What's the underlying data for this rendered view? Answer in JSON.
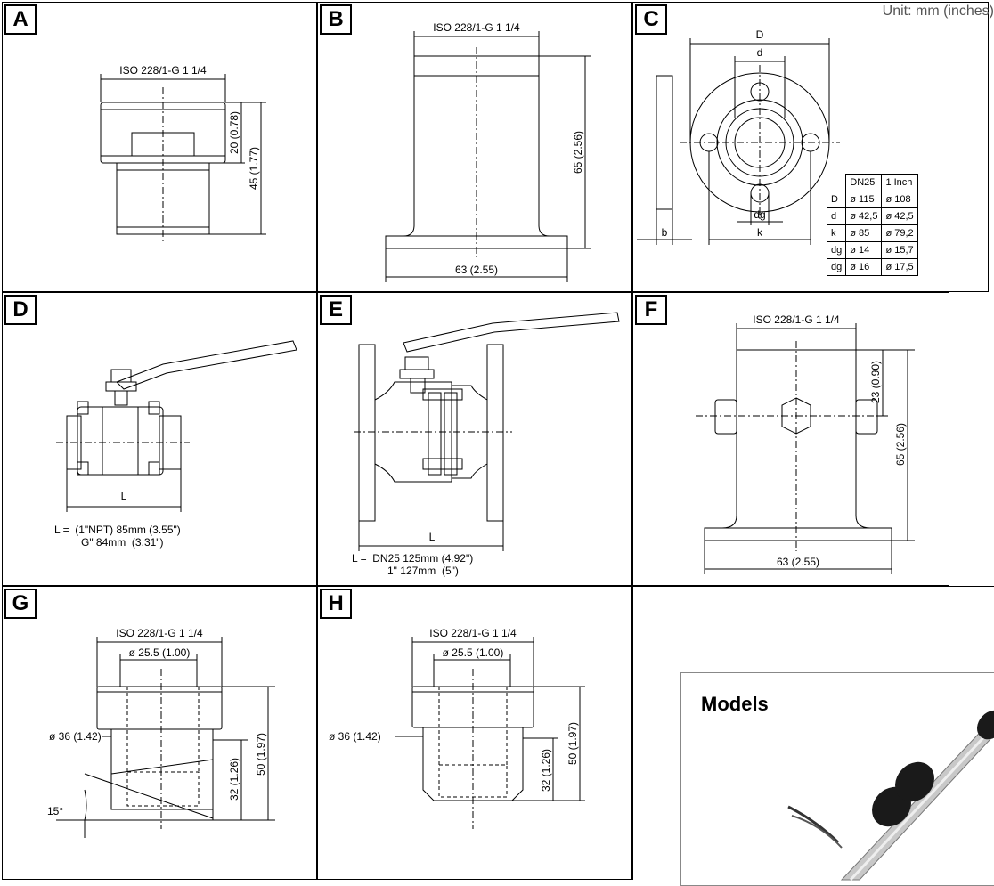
{
  "unit_label": "Unit: mm (inches)",
  "panels": {
    "a": {
      "letter": "A",
      "thread": "ISO 228/1-G 1 1/4",
      "dim1": "20 (0.78)",
      "dim2": "45 (1.77)"
    },
    "b": {
      "letter": "B",
      "thread": "ISO 228/1-G 1 1/4",
      "height": "65 (2.56)",
      "width": "63 (2.55)"
    },
    "c": {
      "letter": "C",
      "label_D": "D",
      "label_d": "d",
      "label_dg": "dg",
      "label_k": "k",
      "label_b": "b"
    },
    "d": {
      "letter": "D",
      "label_L": "L",
      "caption_line1": "L =  (1\"NPT) 85mm (3.55\")",
      "caption_line2": "G\" 84mm  (3.31\")"
    },
    "e": {
      "letter": "E",
      "label_L": "L",
      "caption_line1": "L =  DN25 125mm (4.92\")",
      "caption_line2": "1\" 127mm  (5\")"
    },
    "f": {
      "letter": "F",
      "thread": "ISO 228/1-G 1 1/4",
      "dim1": "23 (0.90)",
      "height": "65 (2.56)",
      "width": "63 (2.55)"
    },
    "g": {
      "letter": "G",
      "thread": "ISO 228/1-G 1 1/4",
      "inner": "ø 25.5 (1.00)",
      "outer": "ø 36 (1.42)",
      "h1": "32 (1.26)",
      "h2": "50 (1.97)",
      "angle": "15°"
    },
    "h": {
      "letter": "H",
      "thread": "ISO 228/1-G 1 1/4",
      "inner": "ø 25.5 (1.00)",
      "outer": "ø 36 (1.42)",
      "h1": "32 (1.26)",
      "h2": "50 (1.97)"
    }
  },
  "flange_table": {
    "header": [
      "",
      "DN25",
      "1 Inch"
    ],
    "rows": [
      [
        "D",
        "ø 115",
        "ø 108"
      ],
      [
        "d",
        "ø  42,5",
        "ø  42,5"
      ],
      [
        "k",
        "ø  85",
        "ø  79,2"
      ],
      [
        "dg",
        "ø  14",
        "ø  15,7"
      ],
      [
        "dg",
        "ø  16",
        "ø  17,5"
      ]
    ]
  },
  "models": {
    "title": "Models"
  }
}
